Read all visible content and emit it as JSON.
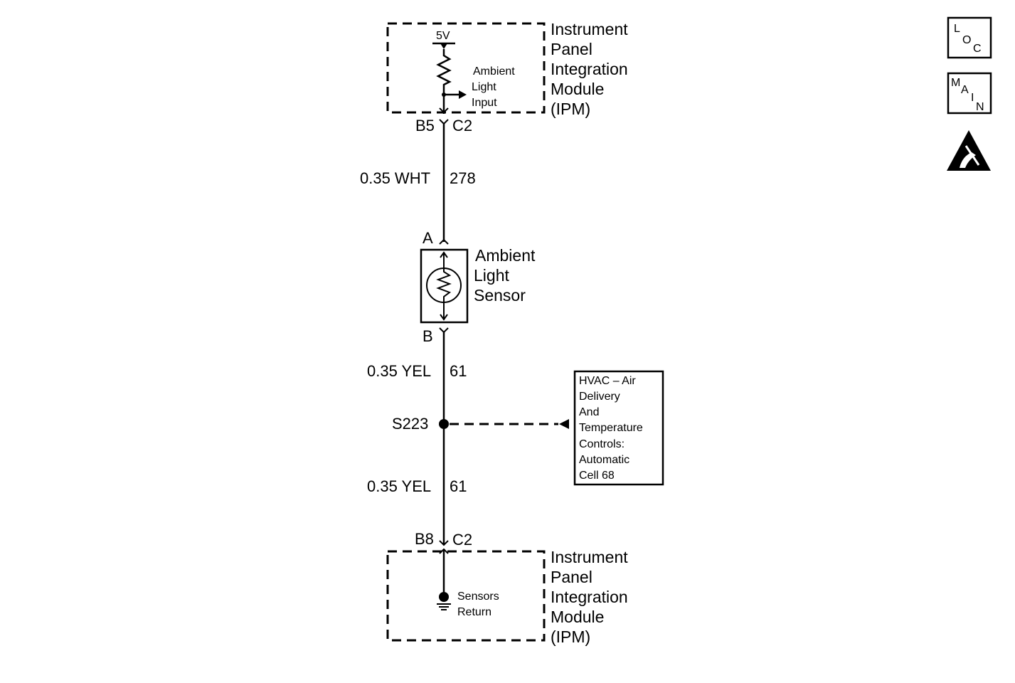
{
  "top_module": {
    "name_lines": [
      "Instrument",
      "Panel",
      "Integration",
      "Module",
      "(IPM)"
    ],
    "voltage": "5V",
    "input_label_lines": [
      "Ambient",
      "Light",
      "Input"
    ],
    "pin": "B5",
    "connector": "C2"
  },
  "wire_1": {
    "gauge_color": "0.35 WHT",
    "circuit": "278"
  },
  "sensor": {
    "pin_top": "A",
    "pin_bottom": "B",
    "name_lines": [
      "Ambient",
      "Light",
      "Sensor"
    ]
  },
  "wire_2": {
    "gauge_color": "0.35 YEL",
    "circuit": "61"
  },
  "splice": {
    "id": "S223"
  },
  "reference_box": {
    "lines": [
      "HVAC – Air",
      "Delivery",
      "And",
      "Temperature",
      "Controls:",
      "Automatic",
      "Cell 68"
    ]
  },
  "wire_3": {
    "gauge_color": "0.35 YEL",
    "circuit": "61"
  },
  "bottom_module": {
    "name_lines": [
      "Instrument",
      "Panel",
      "Integration",
      "Module",
      "(IPM)"
    ],
    "return_label_lines": [
      "Sensors",
      "Return"
    ],
    "pin": "B8",
    "connector": "C2"
  },
  "side_icons": {
    "loc": {
      "letters": [
        "L",
        "O",
        "C"
      ],
      "icon": "loc-icon"
    },
    "main": {
      "letters": [
        "M",
        "A",
        "I",
        "N"
      ],
      "icon": "main-icon"
    },
    "esd": {
      "icon": "esd-warning-icon"
    }
  }
}
